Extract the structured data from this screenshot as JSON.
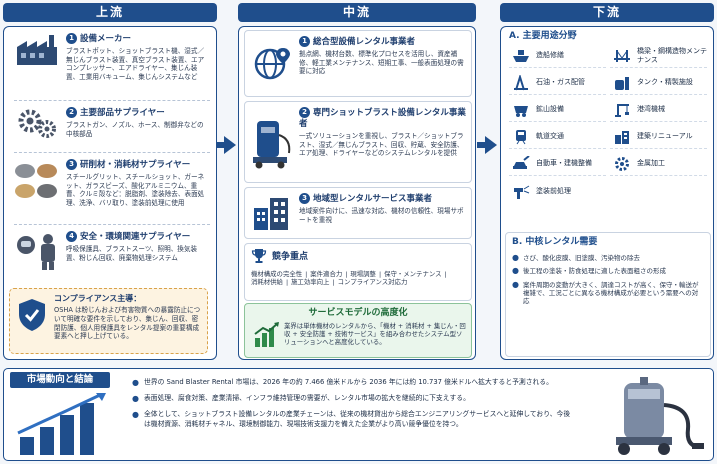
{
  "upstream": {
    "header": "上流",
    "items": [
      {
        "num": "1",
        "title": "設備メーカー",
        "desc": "ブラストポット、ショットブラスト機、湿式／無じんブラスト装置、真空ブラスト装置、エアコンプレッサー、エアドライヤー、集じん装置、工業用バキューム、集じんシステムなど"
      },
      {
        "num": "2",
        "title": "主要部品サプライヤー",
        "desc": "ブラストガン、ノズル、ホース、制御弁などの中核部品"
      },
      {
        "num": "3",
        "title": "研削材・消耗材サプライヤー",
        "desc": "スチールグリット、スチールショット、ガーネット、ガラスビーズ、酸化アルミニウム、重曹、クルミ殻など：脱脂剤、塗装除去、表面処理、洗浄、バリ取り、塗装前処理に使用"
      },
      {
        "num": "4",
        "title": "安全・環境関連サプライヤー",
        "desc": "呼吸保護具、ブラストスーツ、照明、換気装置、粉じん回収、廃棄物処理システム"
      }
    ],
    "compliance": {
      "title": "コンプライアンス主導：",
      "desc": "OSHA は粉じんおよび有害物質への暴露防止について明確な要件を示しており、集じん、回収、密閉防護、個人用保護具をレンタル提案の重要構成要素へと押し上げている。"
    }
  },
  "midstream": {
    "header": "中流",
    "items": [
      {
        "num": "1",
        "title": "総合型設備レンタル事業者",
        "desc": "拠点網、機材台数、標準化プロセスを活用し、資産補修、軽工業メンテナンス、短期工事、一般表面処理の需要に対応"
      },
      {
        "num": "2",
        "title": "専門ショットブラスト設備レンタル事業者",
        "desc": "一式ソリューションを重視し、ブラスト／ショットブラスト、湿式／無じんブラスト、回収、貯蔵、安全防護、エア処理、ドライヤーなどのシステムレンタルを提供"
      },
      {
        "num": "3",
        "title": "地域型レンタルサービス事業者",
        "desc": "地域案件向けに、迅速な対応、機材の信頼性、現場サポートを重視"
      }
    ],
    "competition": {
      "title": "競争重点",
      "points": [
        "機材構成の完全性",
        "|",
        "案件適合力",
        "|",
        "現場調整",
        "|",
        "保守・メンテナンス",
        "|",
        "消耗材供給",
        "|",
        "施工効率向上",
        "|",
        "コンプライアンス対応力"
      ]
    },
    "service_model": {
      "title": "サービスモデルの高度化",
      "desc": "業界は単体機材のレンタルから、「機材 + 消耗材 + 集じん・回収 + 安全防護 + 技術サービス」を組み合わせたシステム型ソリューションへと高度化している。"
    }
  },
  "downstream": {
    "header": "下流",
    "section_a_title": "A. 主要用途分野",
    "applications": [
      {
        "label": "造船修繕",
        "icon": "ship-icon"
      },
      {
        "label": "橋梁・鋼構造物メンテナンス",
        "icon": "bridge-icon"
      },
      {
        "label": "石油・ガス配管",
        "icon": "oil-rig-icon"
      },
      {
        "label": "タンク・精製施設",
        "icon": "tank-icon"
      },
      {
        "label": "鉱山設備",
        "icon": "mining-cart-icon"
      },
      {
        "label": "港湾機械",
        "icon": "crane-icon"
      },
      {
        "label": "軌道交通",
        "icon": "train-icon"
      },
      {
        "label": "建築リニューアル",
        "icon": "building-icon"
      },
      {
        "label": "自動車・建機整備",
        "icon": "car-wrench-icon"
      },
      {
        "label": "金属加工",
        "icon": "gear-icon"
      },
      {
        "label": "塗装前処理",
        "icon": "spray-gun-icon"
      }
    ],
    "section_b_title": "B. 中核レンタル需要",
    "demands": [
      "さび、酸化皮膜、旧塗膜、汚染物の除去",
      "後工程の塗装・防食処理に適した表面粗さの形成",
      "案件周期の変動が大きく、調達コストが高く、保守・輸送が複雑で、工況ごとに異なる機材構成が必要という需要への対応"
    ]
  },
  "market": {
    "tag": "市場動向と結論",
    "points": [
      "世界の Sand Blaster Rental 市場は、2026 年の約 7.466 億米ドルから 2036 年には約 10.737 億米ドルへ拡大すると予測される。",
      "表面処理、腐食対策、産業清掃、インフラ維持管理の需要が、レンタル市場の拡大を継続的に下支えする。",
      "全体として、ショットブラスト設備レンタルの産業チェーンは、従来の機材貸出から総合エンジニアリングサービスへと延伸しており、今後は機材資源、消耗材チャネル、環境制御能力、現場技術支援力を備えた企業がより高い競争優位を持つ。"
    ]
  },
  "colors": {
    "primary": "#1f4e8c",
    "green": "#1f6b3a",
    "compliance_bg": "#fdf3e1"
  }
}
